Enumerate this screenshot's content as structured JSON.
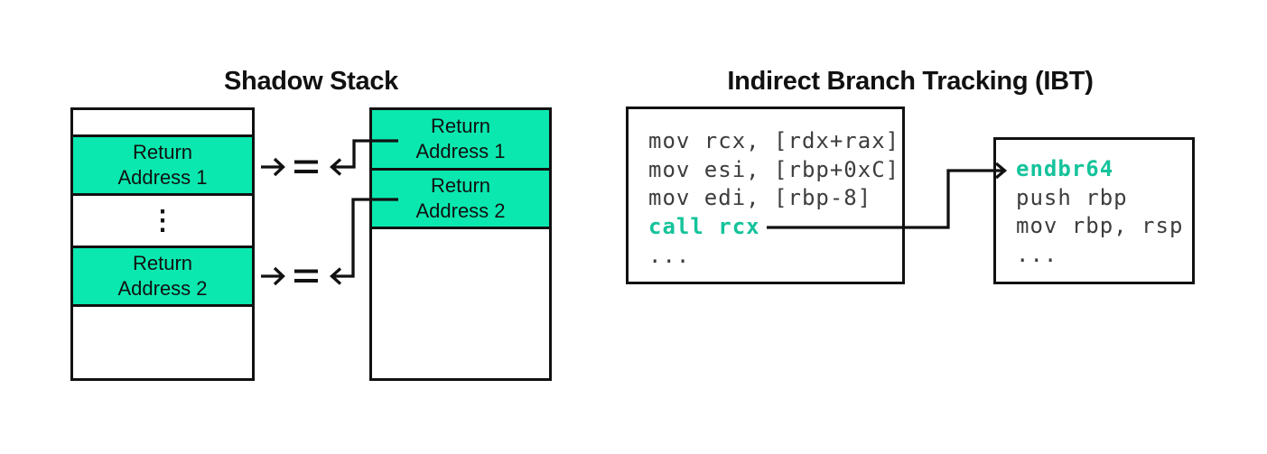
{
  "colors": {
    "accent_fill": "#0AE8AF",
    "accent_text": "#15C39B",
    "code_text": "#3D3D3D",
    "line": "#111111"
  },
  "shadow_stack": {
    "title": "Shadow Stack",
    "call_stack": {
      "slots": [
        "",
        "Return\nAddress 1",
        "⋮",
        "Return\nAddress 2",
        ""
      ]
    },
    "shadow_region": {
      "slots": [
        "Return\nAddress 1",
        "Return\nAddress 2",
        ""
      ]
    },
    "comparison_symbols": [
      "→",
      "=",
      "←"
    ]
  },
  "ibt": {
    "title": "Indirect Branch Tracking (IBT)",
    "caller": {
      "lines": [
        "mov rcx, [rdx+rax]",
        "mov esi, [rbp+0xC]",
        "mov edi, [rbp-8]",
        "call rcx",
        "..."
      ]
    },
    "callee": {
      "lines": [
        "endbr64",
        "push rbp",
        "mov rbp, rsp",
        "..."
      ]
    }
  }
}
